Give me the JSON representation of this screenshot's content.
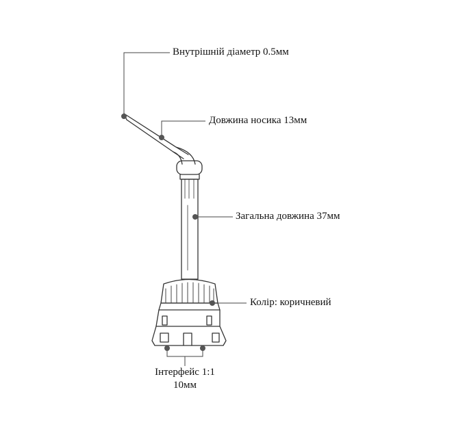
{
  "callouts": {
    "inner_diameter": "Внутрішній діаметр 0.5мм",
    "tip_length": "Довжина носика 13мм",
    "total_length": "Загальна довжина 37мм",
    "color": "Колір: коричневий",
    "interface_line1": "Інтерфейс 1:1",
    "interface_line2": "10мм"
  },
  "colors": {
    "line": "#333333",
    "dot": "#555555",
    "text": "#111111"
  }
}
